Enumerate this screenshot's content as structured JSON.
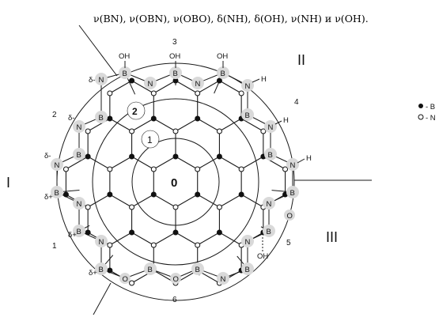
{
  "caption": "ν(BN), ν(OBN), ν(OBO), δ(NH), δ(OH), ν(NH) и ν(OH).",
  "regions": {
    "r1": "I",
    "r2": "II",
    "r3": "III"
  },
  "sites": {
    "s1": "1",
    "s2": "2",
    "s3": "3",
    "s4": "4",
    "s5": "5",
    "s6": "6"
  },
  "rings": {
    "r0": "0",
    "r1": "1",
    "r2": "2"
  },
  "legend": {
    "filled_label": "- B",
    "open_label": "- N"
  },
  "atoms": {
    "B": "B",
    "N": "N",
    "O": "O",
    "H": "H",
    "OH": "OH",
    "delta_minus": "δ-",
    "delta_plus": "δ+"
  },
  "colors": {
    "line": "#1a1a1a",
    "halo": "#d9d9d9",
    "filled": "#111111",
    "open": "#ffffff"
  }
}
